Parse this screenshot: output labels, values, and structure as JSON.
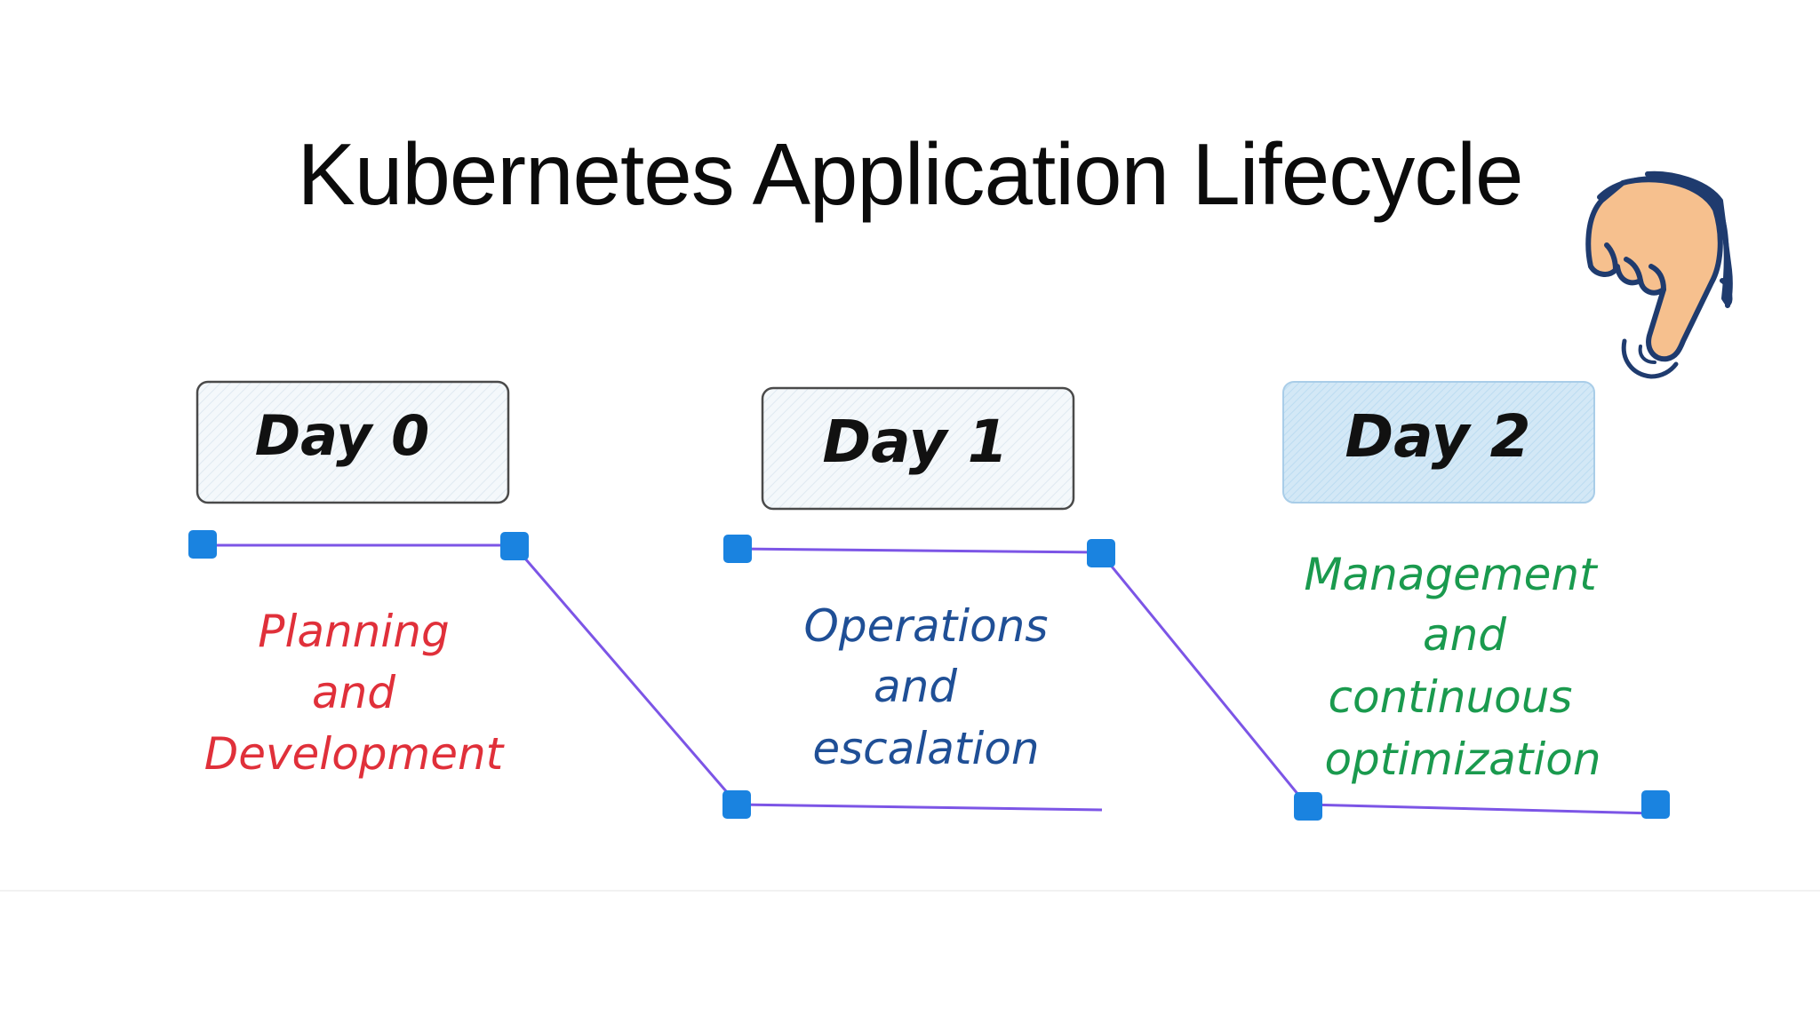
{
  "title": "Kubernetes Application Lifecycle",
  "stages": [
    {
      "label": "Day 0",
      "description_lines": [
        "Planning",
        "and",
        "Development"
      ],
      "description_color": "#e0303a",
      "highlighted": false
    },
    {
      "label": "Day 1",
      "description_lines": [
        "Operations",
        "and",
        "escalation"
      ],
      "description_color": "#1f4f96",
      "highlighted": false
    },
    {
      "label": "Day 2",
      "description_lines": [
        "Management",
        "and",
        "continuous",
        "optimization"
      ],
      "description_color": "#1a9a4e",
      "highlighted": true
    }
  ],
  "colors": {
    "connector_line": "#7c55e6",
    "handle": "#1a83e0",
    "box_border": "#4a4a4a",
    "box_fill": "#f3f8fb",
    "highlight_fill": "#cfe6f5",
    "highlight_border": "#a9cde8",
    "hand_skin": "#f6c08e",
    "hand_outline": "#1f3b6e"
  },
  "icons": [
    "pointing-hand-icon"
  ]
}
